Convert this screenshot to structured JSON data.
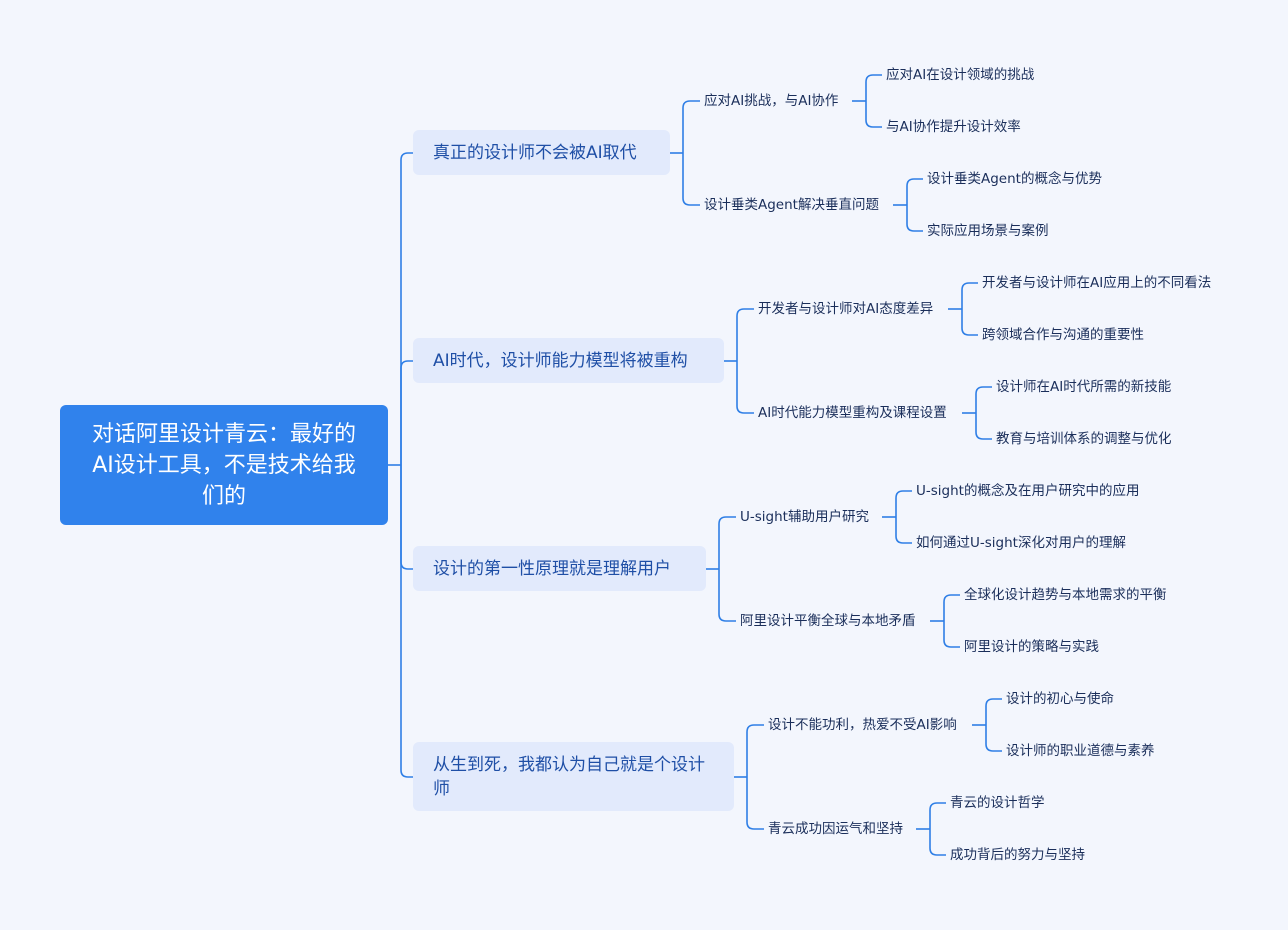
{
  "root": {
    "title": "对话阿里设计青云：最好的AI设计工具，不是技术给我们的"
  },
  "branches": [
    {
      "label": "真正的设计师不会被AI取代",
      "children": [
        {
          "label": "应对AI挑战，与AI协作",
          "leaves": [
            "应对AI在设计领域的挑战",
            "与AI协作提升设计效率"
          ]
        },
        {
          "label": "设计垂类Agent解决垂直问题",
          "leaves": [
            "设计垂类Agent的概念与优势",
            "实际应用场景与案例"
          ]
        }
      ]
    },
    {
      "label": "AI时代，设计师能力模型将被重构",
      "children": [
        {
          "label": "开发者与设计师对AI态度差异",
          "leaves": [
            "开发者与设计师在AI应用上的不同看法",
            "跨领域合作与沟通的重要性"
          ]
        },
        {
          "label": "AI时代能力模型重构及课程设置",
          "leaves": [
            "设计师在AI时代所需的新技能",
            "教育与培训体系的调整与优化"
          ]
        }
      ]
    },
    {
      "label": "设计的第一性原理就是理解用户",
      "children": [
        {
          "label": "U-sight辅助用户研究",
          "leaves": [
            "U-sight的概念及在用户研究中的应用",
            "如何通过U-sight深化对用户的理解"
          ]
        },
        {
          "label": "阿里设计平衡全球与本地矛盾",
          "leaves": [
            "全球化设计趋势与本地需求的平衡",
            "阿里设计的策略与实践"
          ]
        }
      ]
    },
    {
      "label": "从生到死，我都认为自己就是个设计师",
      "children": [
        {
          "label": "设计不能功利，热爱不受AI影响",
          "leaves": [
            "设计的初心与使命",
            "设计师的职业道德与素养"
          ]
        },
        {
          "label": "青云成功因运气和坚持",
          "leaves": [
            "青云的设计哲学",
            "成功背后的努力与坚持"
          ]
        }
      ]
    }
  ],
  "colors": {
    "line": "#2f7fe6",
    "root_bg": "#3082ec",
    "topic_bg": "#e2eafc",
    "bg": "#f3f6fd"
  }
}
